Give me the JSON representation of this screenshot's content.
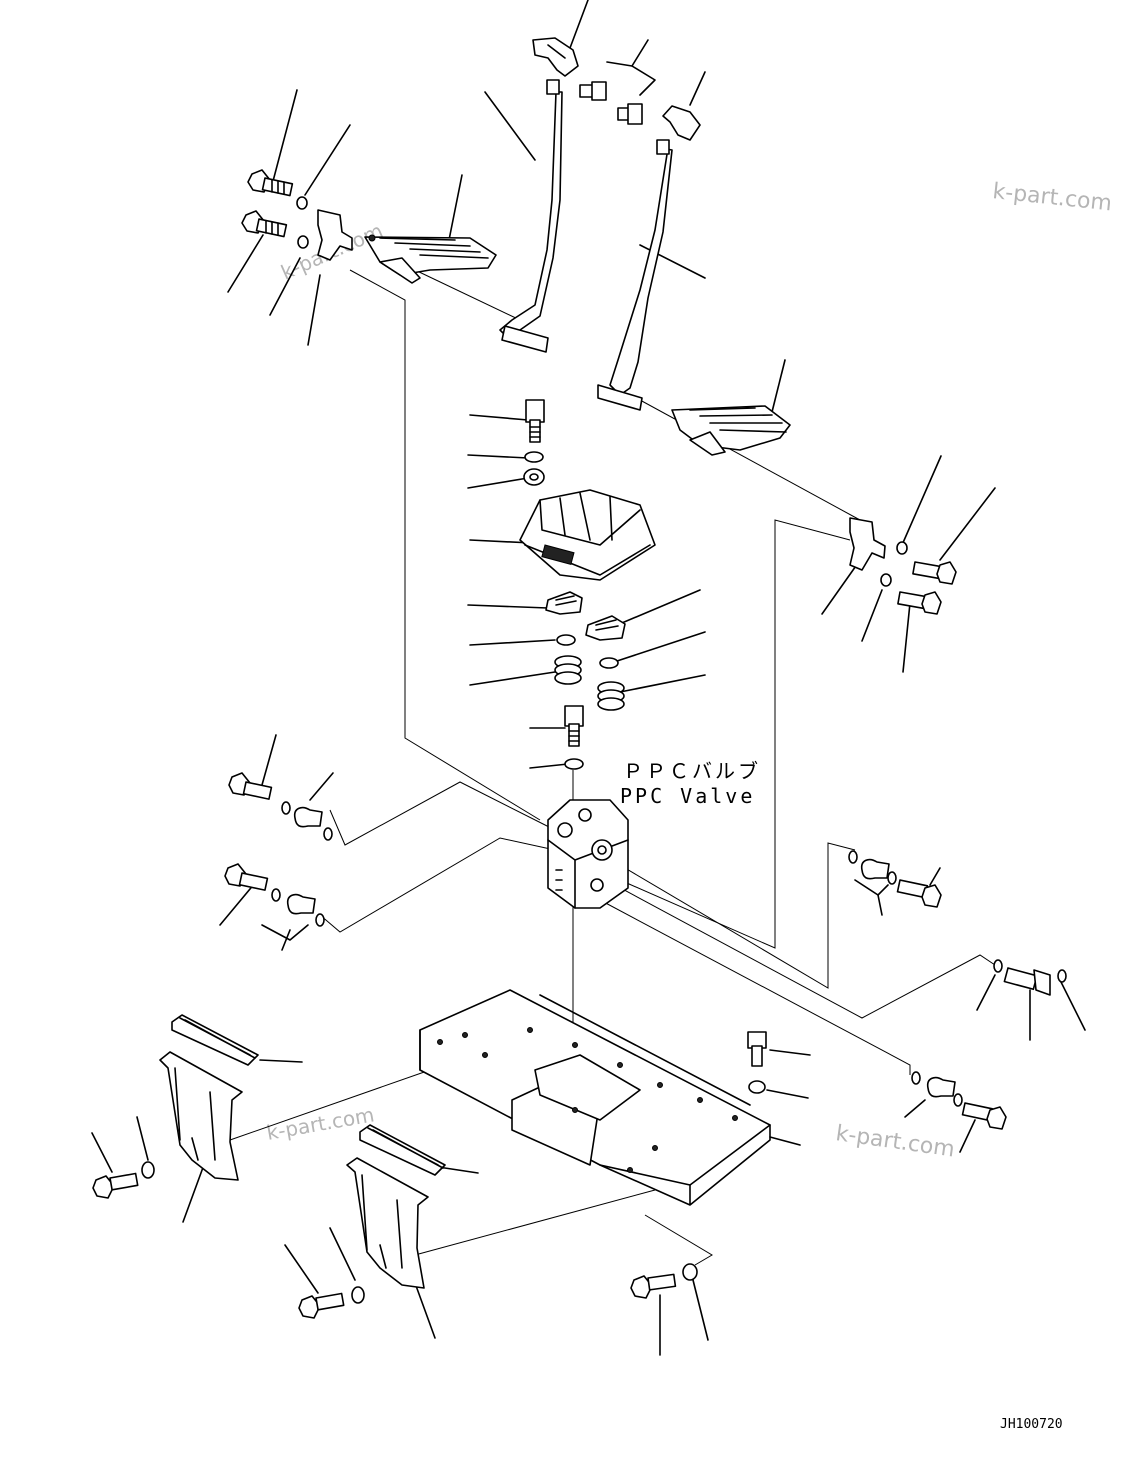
{
  "watermarks": [
    "k-part.com",
    "k-part.com",
    "k-part.com",
    "k-part.com"
  ],
  "labels": {
    "ppc_valve_jp": "ＰＰＣバルブ",
    "ppc_valve_en": "PPC Valve",
    "drawing_id": "JH100720"
  },
  "colors": {
    "ink": "#000000",
    "watermark": "#b5b5b5",
    "background": "#ffffff"
  }
}
